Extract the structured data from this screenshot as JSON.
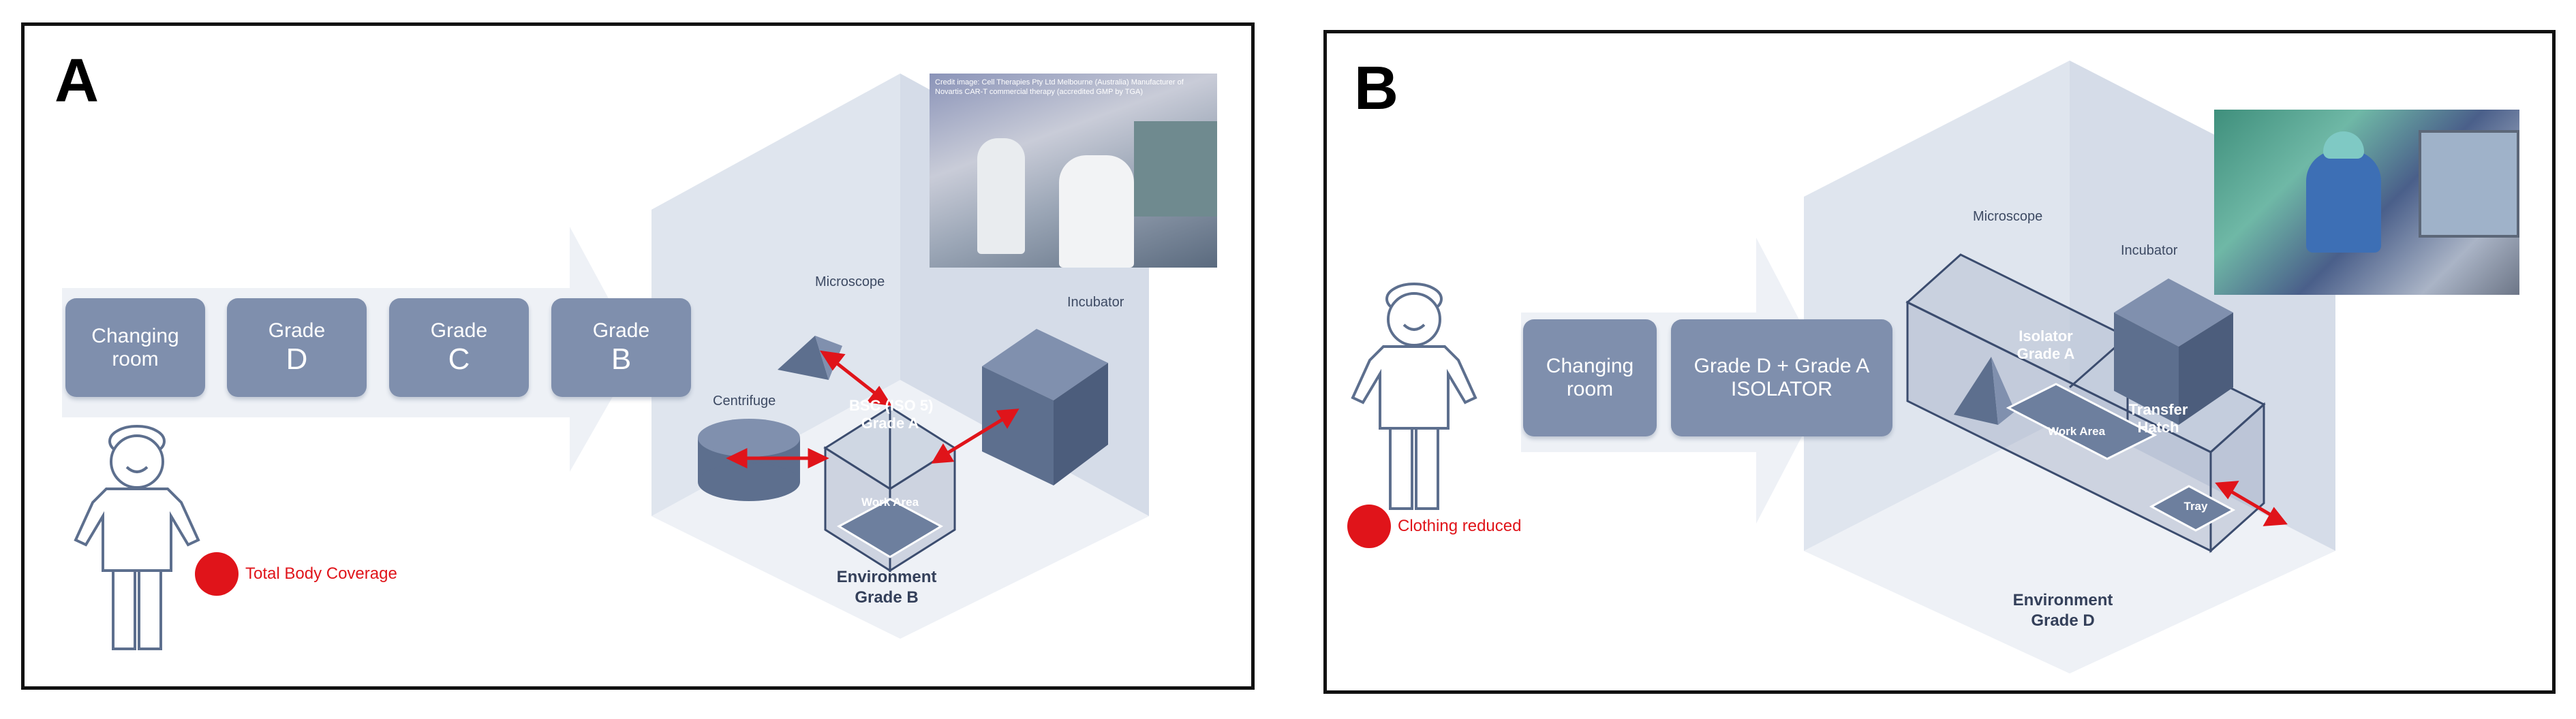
{
  "panel_a": {
    "letter": "A",
    "steps": [
      {
        "line1": "Changing",
        "line2": "room"
      },
      {
        "line1": "Grade",
        "line2": "D"
      },
      {
        "line1": "Grade",
        "line2": "C"
      },
      {
        "line1": "Grade",
        "line2": "B"
      }
    ],
    "labels": {
      "microscope": "Microscope",
      "incubator": "Incubator",
      "centrifuge": "Centrifuge",
      "bsc_line1": "BSC (ISO 5)",
      "bsc_line2": "Grade A",
      "work_area": "Work Area",
      "env_line1": "Environment",
      "env_line2": "Grade B"
    },
    "badge_text": "Total Body Coverage",
    "photo_credit": "Credit image: Cell Therapies Pty Ltd Melbourne (Australia) Manufacturer of Novartis CAR-T commercial therapy (accredited GMP by TGA)"
  },
  "panel_b": {
    "letter": "B",
    "steps": [
      {
        "line1": "Changing",
        "line2": "room"
      },
      {
        "line1": "Grade D + Grade A",
        "line2": "ISOLATOR"
      }
    ],
    "labels": {
      "microscope": "Microscope",
      "incubator": "Incubator",
      "isolator_line1": "Isolator",
      "isolator_line2": "Grade A",
      "work_area": "Work Area",
      "hatch_line1": "Transfer",
      "hatch_line2": "Hatch",
      "tray": "Tray",
      "env_line1": "Environment",
      "env_line2": "Grade D"
    },
    "badge_text": "Clothing reduced"
  },
  "colors": {
    "step_fill": "#7f8fad",
    "arrow_band": "#eef1f6",
    "env_hex": "#e4e9f1",
    "object_fill": "#5d6f8e",
    "red": "#e0141a",
    "outline": "#3b4c6e"
  }
}
